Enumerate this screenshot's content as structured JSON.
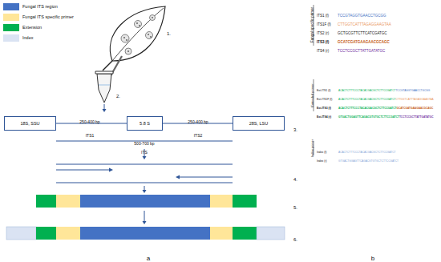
{
  "diagram": {
    "nodes": [
      {
        "text": [
          "18S, SSU"
        ]
      },
      {
        "text": [
          "5.8 S"
        ]
      },
      {
        "text": [
          "28S, LSU"
        ]
      }
    ],
    "edges": [
      {
        "from": 0,
        "to": 1,
        "arrow": "none"
      },
      {
        "from": 1,
        "to": 2,
        "arrow": "none"
      }
    ],
    "labels": [
      "1.",
      "2.",
      "250-400 bp",
      "250-400 bp",
      "ITS1",
      "ITS2",
      "3.",
      "500-700 bp",
      "ITS",
      "4.",
      "5.",
      "6.",
      "a",
      "Fungal specific primer",
      "ITS1 (f)",
      "TCCGTAGGTGAACCTGCGG",
      "ITS1F (f)",
      "CTTGGTCATTTAGAGGAAGTAA",
      "ITS2 (r)",
      "GCTGCGTTCTTCATCGATGC",
      "ITS3 (f)",
      "GCATCGATGAAGAACGCAGC",
      "ITS4 (r)",
      "TCCTCCGCTTATTGATATGC",
      "Extended primer",
      "Ext-ITS1 (f)",
      "ACACTCTTTCCCTACACGACGCTCTTCCGATCT",
      "TCCGTAGGTGAACCTGCGG",
      "Ext-ITS1F (f)",
      "ACACTCTTTCCCTACACGACGCTCTTCCGATCT",
      "CTTGGTCATTTAGAGGAAGTAA",
      "Ext-ITS3 (f)",
      "ACACTCTTTCCCTACACGACGCTCTTCCGATCT",
      "GCATCGATGAAGAACGCAGC",
      "Ext-ITS4 (r)",
      "GTGACTGGAGTTCAGACGTGTGCTCTTCCGATCT",
      "TCCTCCGCTTATTGATATGC",
      "Index primer",
      "Index (f)",
      "ACACTCTTTCCCTACACGACGCTCTTCCGATCT",
      "Index (r)",
      "GTGACTGGAGTTCAGACGTGTGCTCTTCCGATCT",
      "b"
    ],
    "legend": [
      {
        "text": "Fungal ITS region",
        "color": "#4472C4"
      },
      {
        "text": "Fungal ITS specific primer",
        "color": "#FFE699"
      },
      {
        "text": "Extension",
        "color": "#00B050"
      },
      {
        "text": "Index",
        "color": "#DAE3F3"
      }
    ]
  }
}
